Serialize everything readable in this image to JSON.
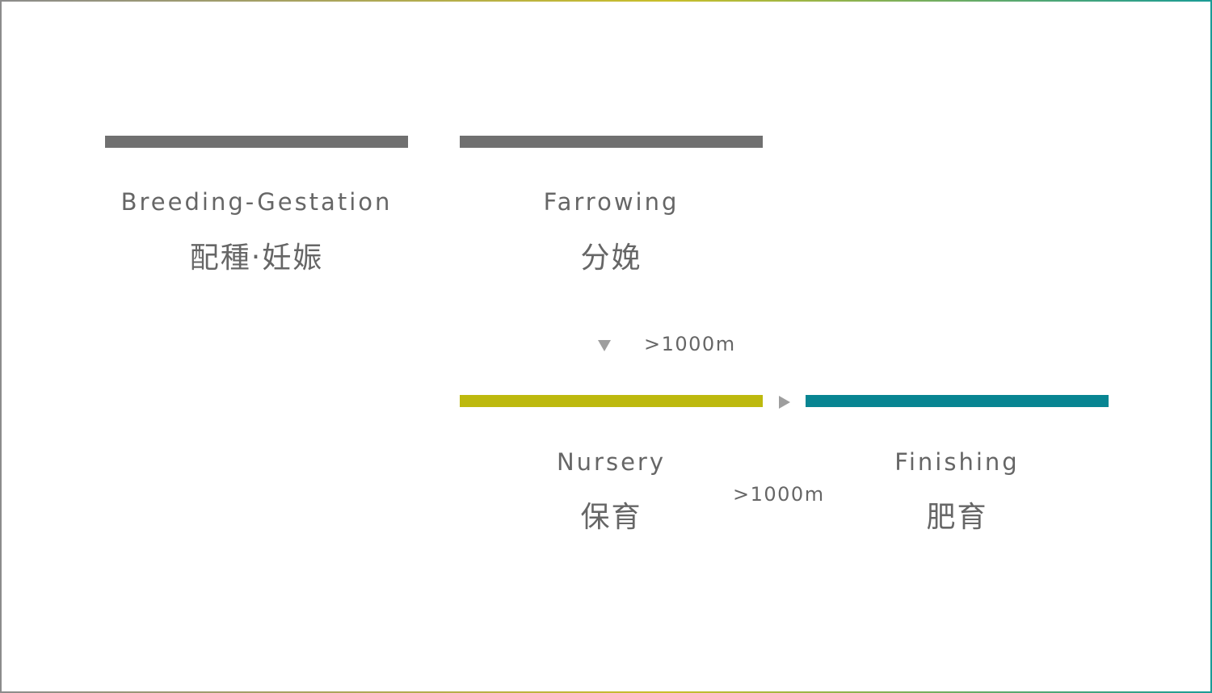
{
  "colors": {
    "frame_start": "#8c8c8c",
    "frame_mid": "#c9be2a",
    "frame_end": "#1a9c96",
    "stage_gray": "#707070",
    "stage_nursery": "#bdb90e",
    "stage_finishing": "#088592",
    "arrow": "#9e9e9e",
    "text": "#666666"
  },
  "stages": {
    "breeding": {
      "en": "Breeding-Gestation",
      "zh": "配種‧妊娠"
    },
    "farrowing": {
      "en": "Farrowing",
      "zh": "分娩"
    },
    "nursery": {
      "en": "Nursery",
      "zh": "保育"
    },
    "finishing": {
      "en": "Finishing",
      "zh": "肥育"
    }
  },
  "connectors": {
    "farrowing_to_nursery": {
      "icon": "triangle-down-icon",
      "distance": ">1000m"
    },
    "nursery_to_finishing": {
      "icon": "triangle-right-icon",
      "distance": ">1000m"
    }
  }
}
